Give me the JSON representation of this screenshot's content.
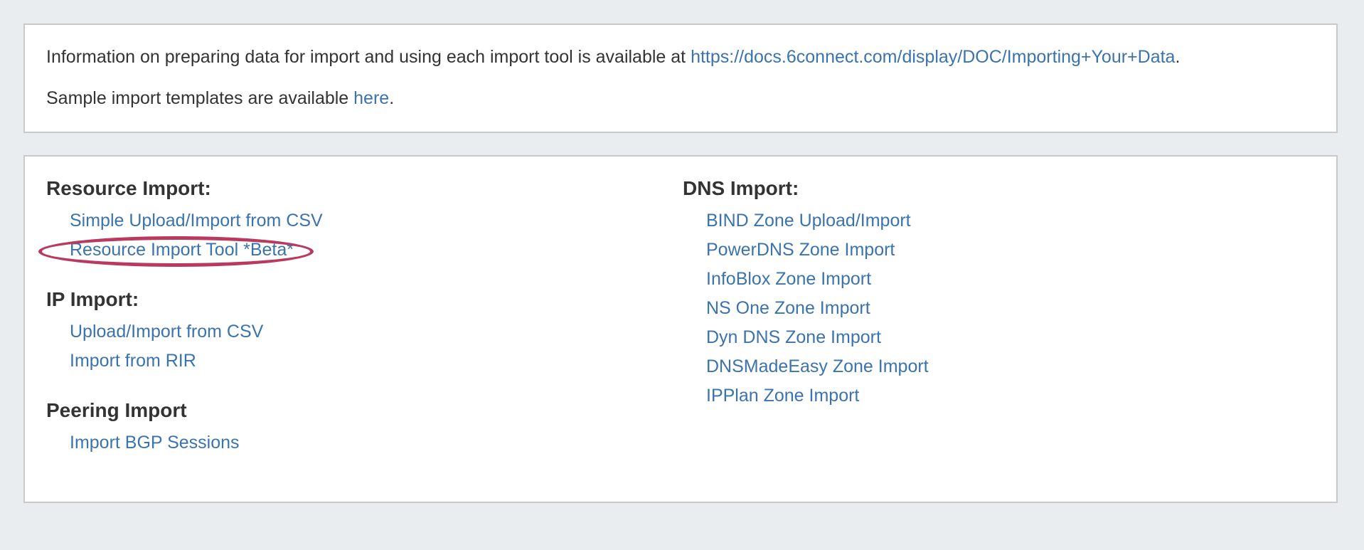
{
  "colors": {
    "page_background": "#e9edf0",
    "panel_background": "#ffffff",
    "panel_border": "#c9c9c9",
    "text": "#333333",
    "link": "#3b73af",
    "annotation_red": "#b93a5e"
  },
  "info_panel": {
    "line1": {
      "prefix": "Information on preparing data for import and using each import tool is available at ",
      "link": "https://docs.6connect.com/display/DOC/Importing+Your+Data",
      "suffix": "."
    },
    "line2": {
      "prefix": "Sample import templates are available ",
      "link": "here",
      "suffix": "."
    }
  },
  "import_panel": {
    "left_sections": [
      {
        "heading": "Resource Import:",
        "links": [
          {
            "label": "Simple Upload/Import from CSV"
          },
          {
            "label": "Resource Import Tool *Beta*",
            "annotation": "red-circle"
          }
        ]
      },
      {
        "heading": "IP Import:",
        "links": [
          {
            "label": "Upload/Import from CSV"
          },
          {
            "label": "Import from RIR"
          }
        ]
      },
      {
        "heading": "Peering Import",
        "links": [
          {
            "label": "Import BGP Sessions"
          }
        ]
      }
    ],
    "right_sections": [
      {
        "heading": "DNS Import:",
        "links": [
          {
            "label": "BIND Zone Upload/Import"
          },
          {
            "label": "PowerDNS Zone Import"
          },
          {
            "label": "InfoBlox Zone Import"
          },
          {
            "label": "NS One Zone Import"
          },
          {
            "label": "Dyn DNS Zone Import"
          },
          {
            "label": "DNSMadeEasy Zone Import"
          },
          {
            "label": "IPPlan Zone Import"
          }
        ]
      }
    ]
  }
}
